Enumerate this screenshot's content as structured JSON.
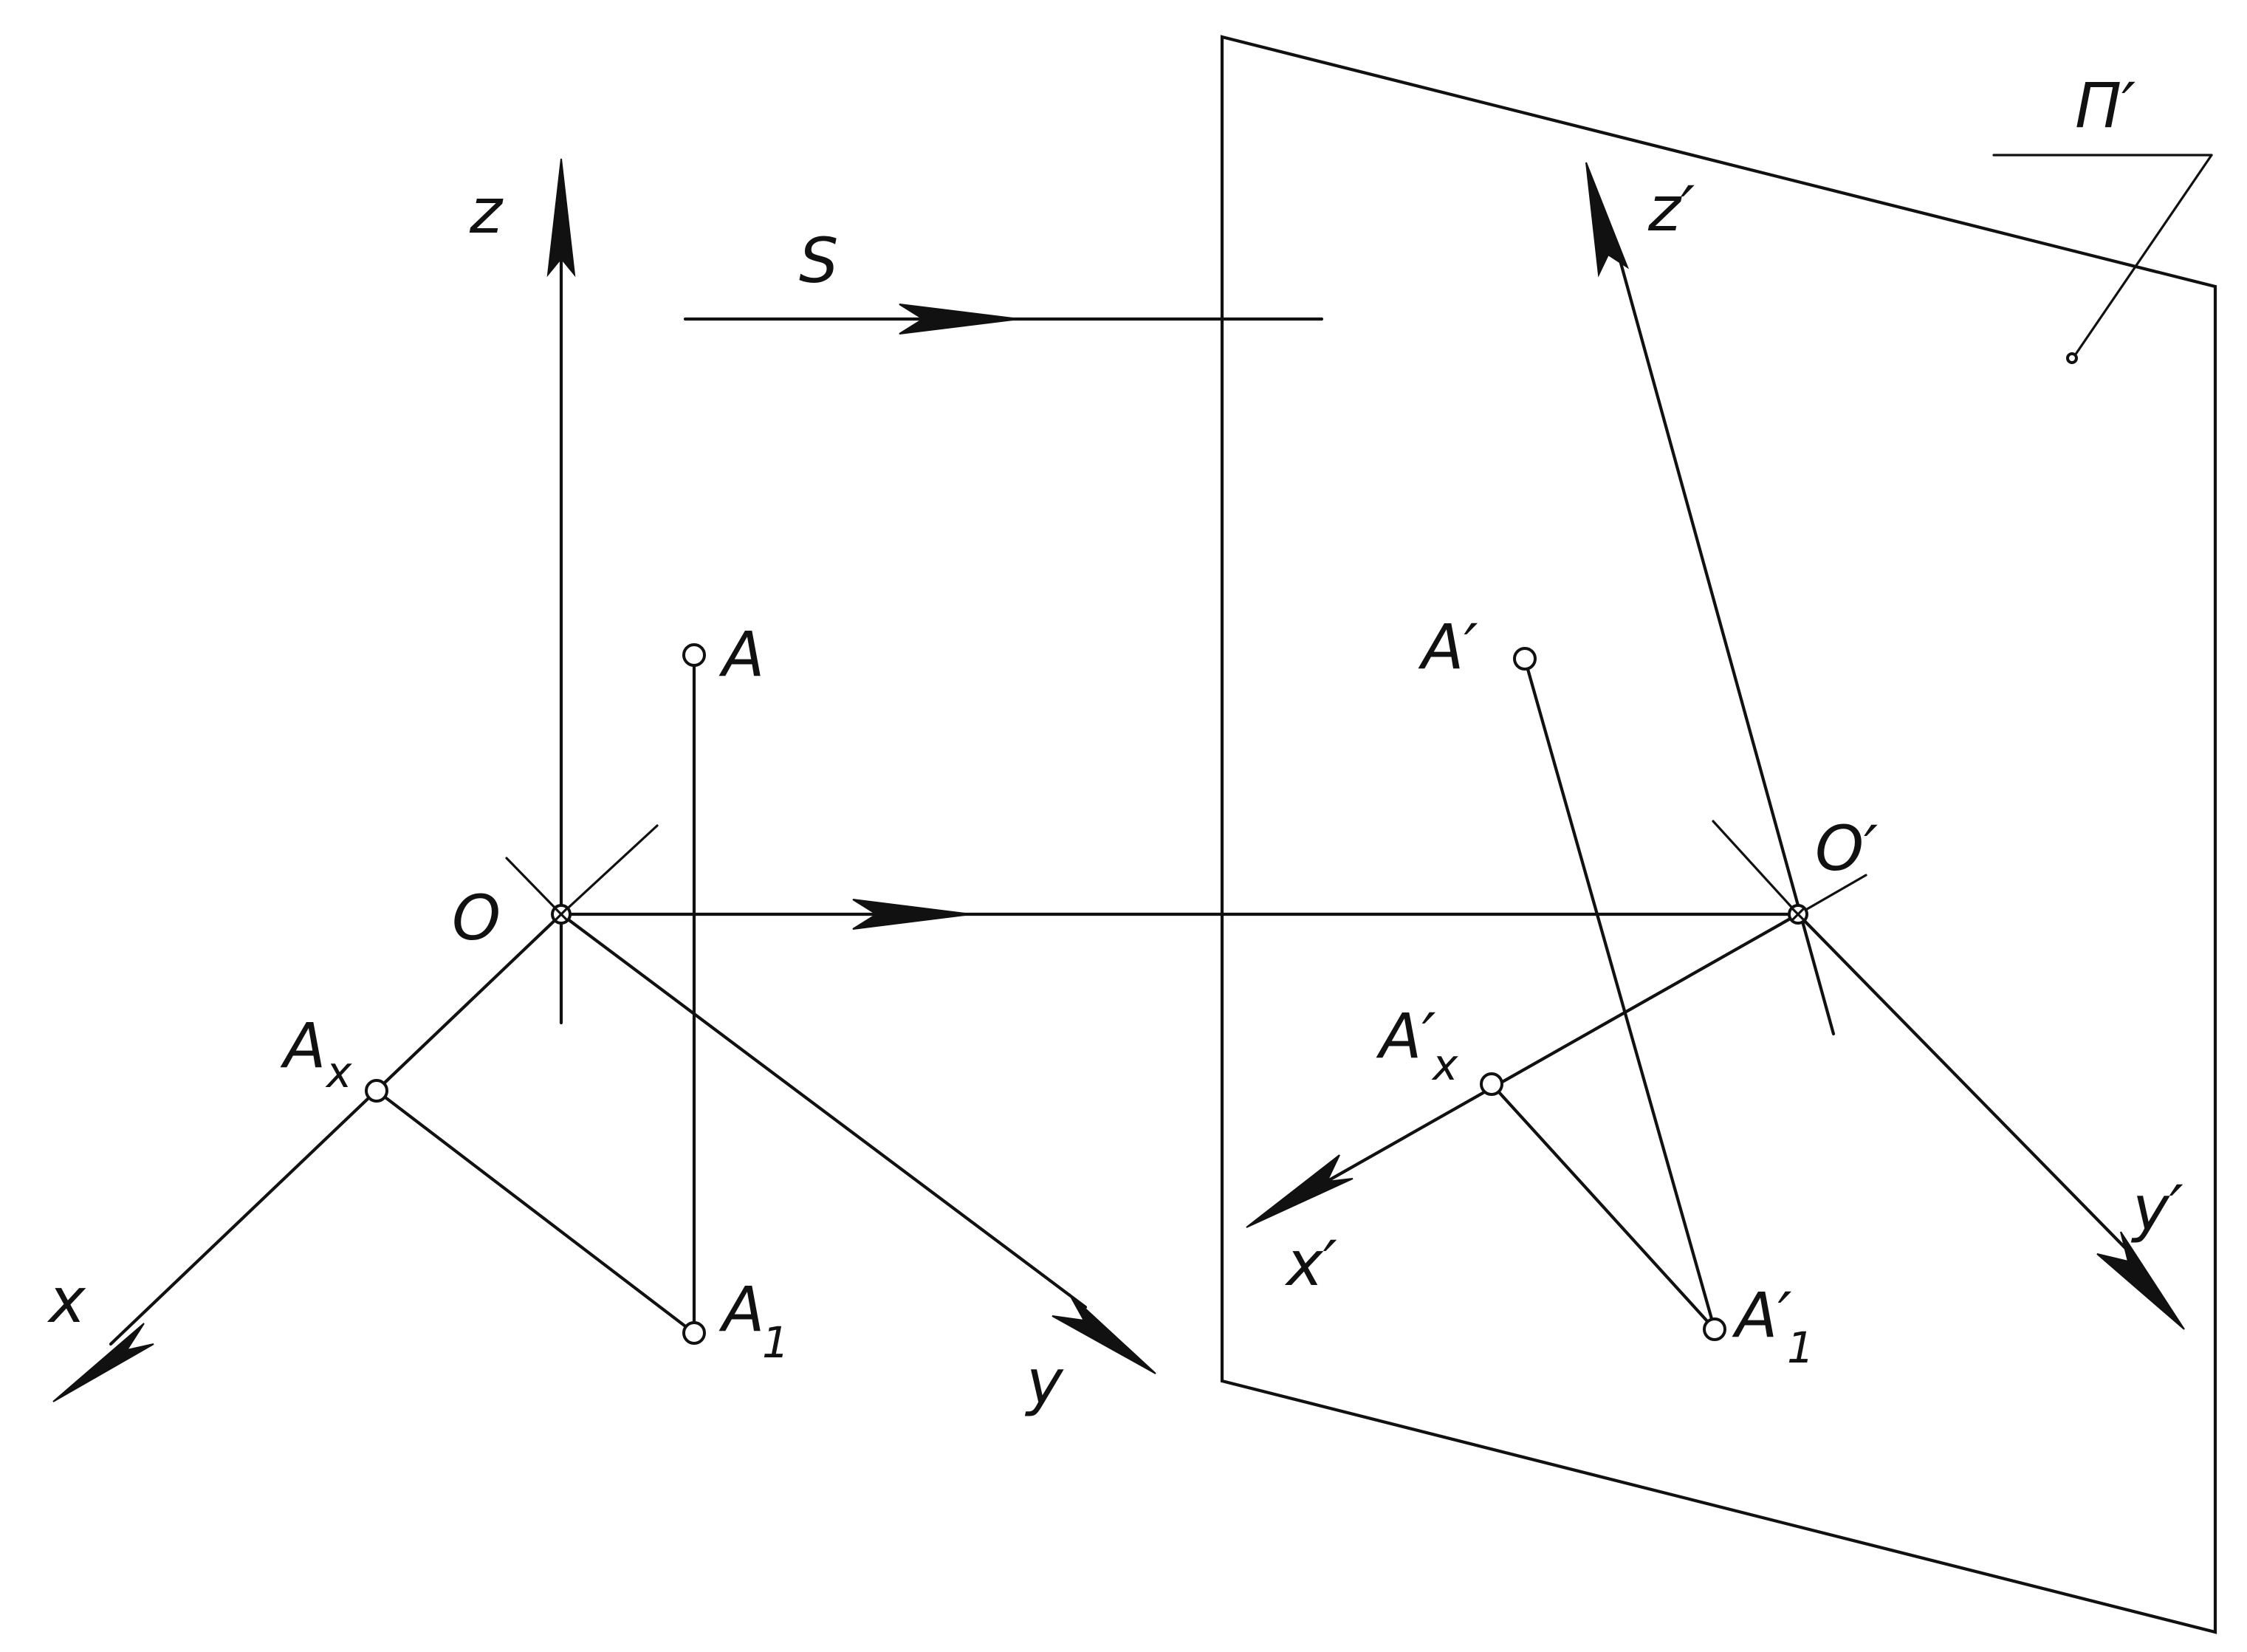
{
  "labels": {
    "z": "z",
    "s": "S",
    "a": "A",
    "o": "O",
    "ax": "A",
    "ax_sub": "x",
    "x": "x",
    "a1": "A",
    "a1_sub": "1",
    "y": "y",
    "plane": "Π′",
    "z_prime": "z′",
    "a_prime": "A′",
    "o_prime": "O′",
    "ax_prime": "A′",
    "ax_prime_sub": "x",
    "x_prime": "x′",
    "a1_prime": "A′",
    "a1_prime_sub": "1",
    "y_prime": "y′"
  },
  "colors": {
    "ink": "#111111",
    "paper": "#ffffff"
  }
}
